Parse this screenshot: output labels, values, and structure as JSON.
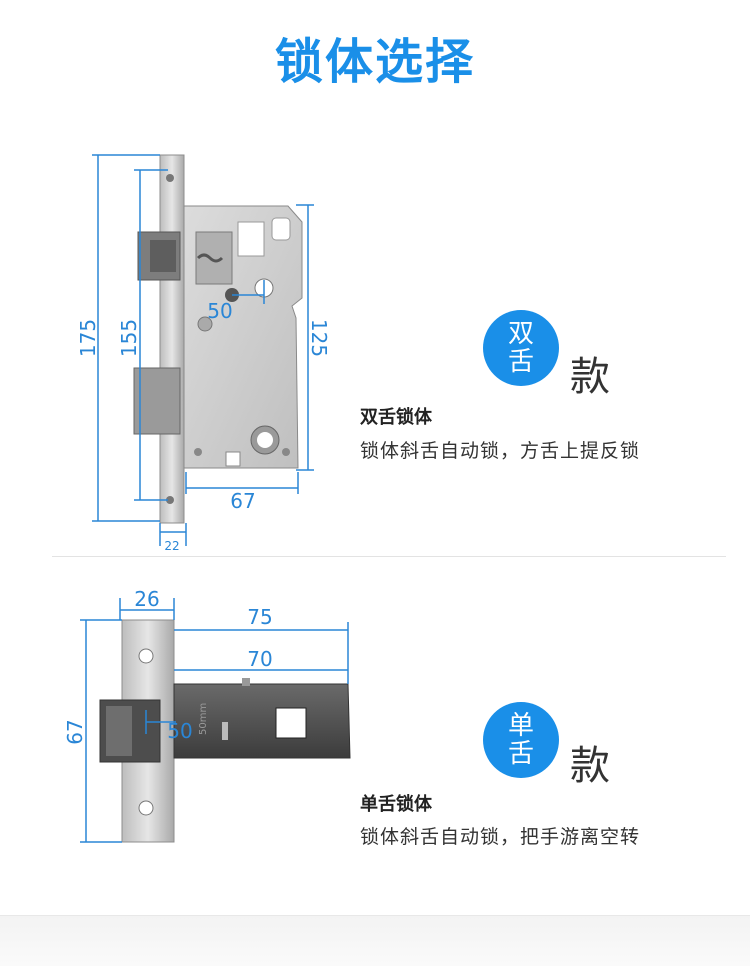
{
  "title": "锁体选择",
  "double": {
    "badge_top": "双",
    "badge_bottom": "舌",
    "suffix": "款",
    "name": "双舌锁体",
    "desc": "锁体斜舌自动锁，方舌上提反锁",
    "dims": {
      "d175": "175",
      "d155": "155",
      "d125": "125",
      "d50": "50",
      "d67": "67",
      "d22": "22"
    }
  },
  "single": {
    "badge_top": "单",
    "badge_bottom": "舌",
    "suffix": "款",
    "name": "单舌锁体",
    "desc": "锁体斜舌自动锁，把手游离空转",
    "dims": {
      "d26": "26",
      "d75": "75",
      "d70": "70",
      "d67": "67",
      "d50": "50"
    },
    "plate_mark": "50mm"
  },
  "colors": {
    "accent": "#1a8fe8",
    "dimension": "#2a86d6",
    "metal": "#cfcfcf",
    "dark_metal": "#4a4a4a"
  }
}
